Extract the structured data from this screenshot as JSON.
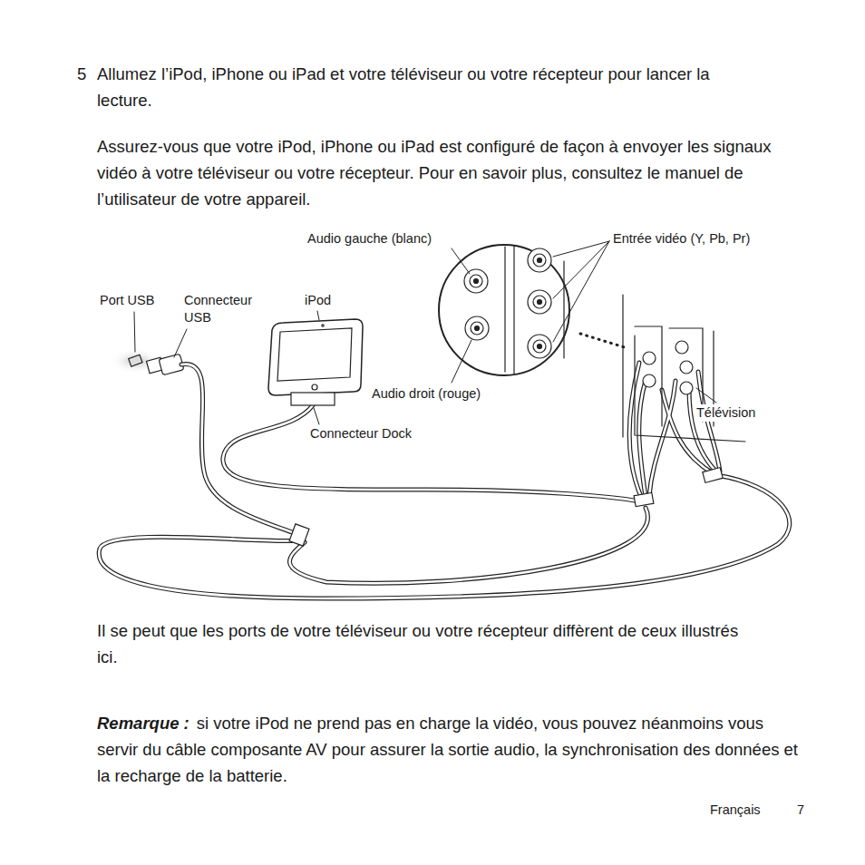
{
  "diagram": {
    "labels": [
      "5",
      "Allumez l’iPod, iPhone ou iPad et votre téléviseur ou votre récepteur pour lancer la lecture.",
      "Assurez-vous que votre iPod, iPhone ou iPad est configuré de façon à envoyer les signaux vidéo à votre téléviseur ou votre récepteur. Pour en savoir plus, consultez le manuel de l’utilisateur de votre appareil.",
      "Audio gauche (blanc)",
      "Entrée vidéo (Y, Pb, Pr)",
      "Port USB",
      "Connecteur USB",
      "iPod",
      "Audio droit (rouge)",
      "Télévision",
      "Connecteur Dock",
      "Il se peut que les ports de votre téléviseur ou votre récepteur diffèrent de ceux illustrés ici.",
      "Remarque :",
      "si votre iPod ne prend pas en charge la vidéo, vous pouvez néanmoins vous servir du câble composante AV pour assurer la sortie audio, la synchronisation des données et la recharge de la batterie.",
      "Français",
      "7"
    ]
  }
}
